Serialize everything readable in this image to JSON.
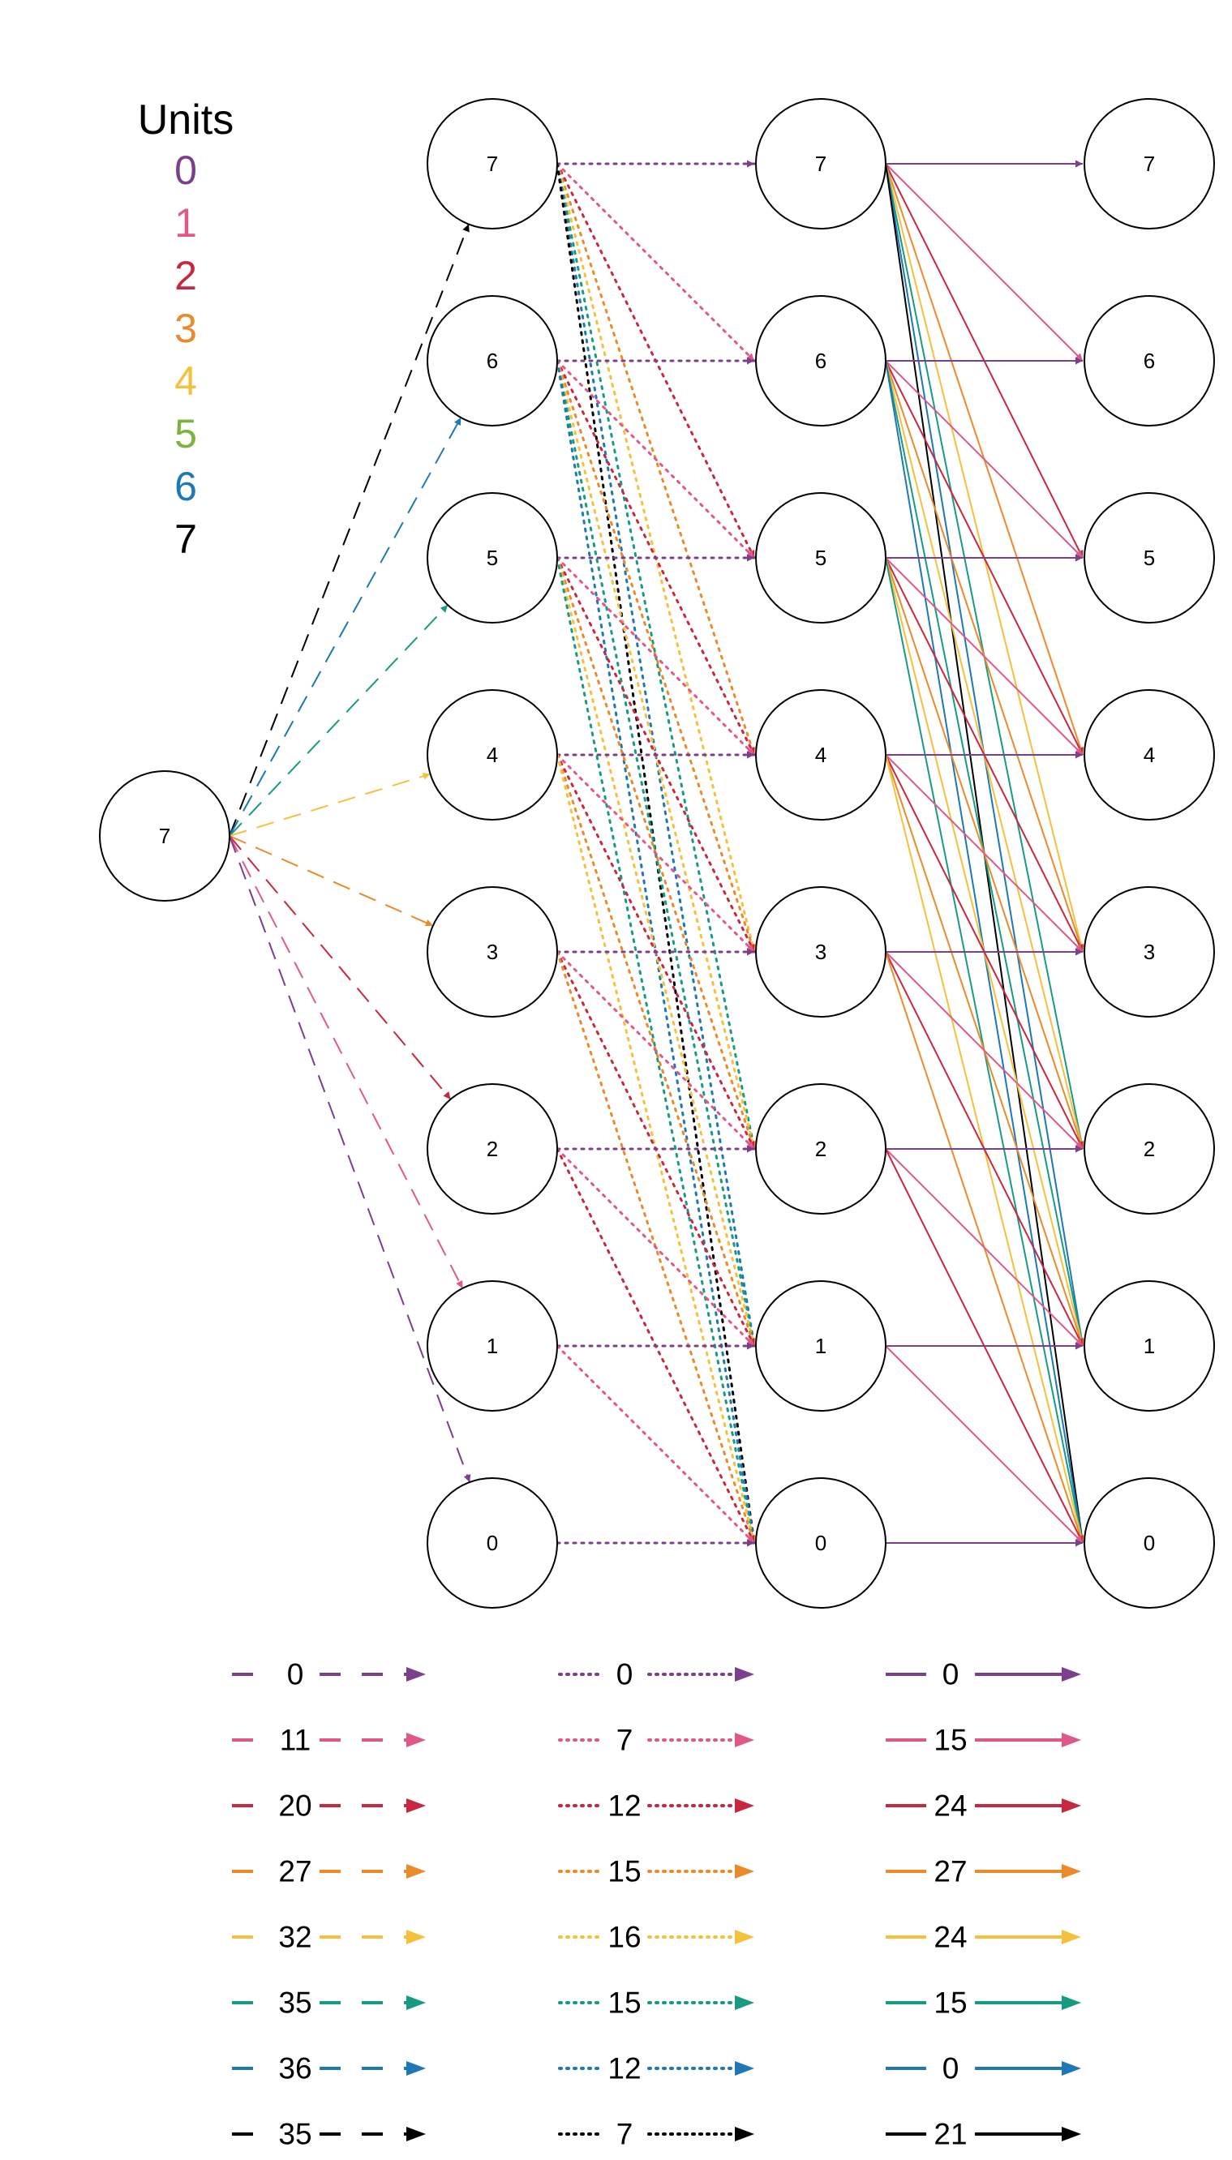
{
  "legend": {
    "title": "Units",
    "units": [
      {
        "label": "0",
        "color": "#7b3f8c"
      },
      {
        "label": "1",
        "color": "#e0588a"
      },
      {
        "label": "2",
        "color": "#c8283f"
      },
      {
        "label": "3",
        "color": "#ea8a2b"
      },
      {
        "label": "4",
        "color": "#f5c13d"
      },
      {
        "label": "5",
        "color": "#7ab43c"
      },
      {
        "label": "6",
        "color": "#1d78b5"
      },
      {
        "label": "7",
        "color": "#000000"
      }
    ]
  },
  "layers": [
    {
      "name": "start",
      "labels": [
        "7"
      ]
    },
    {
      "name": "stage1",
      "labels": [
        "7",
        "6",
        "5",
        "4",
        "3",
        "2",
        "1",
        "0"
      ]
    },
    {
      "name": "stage2",
      "labels": [
        "7",
        "6",
        "5",
        "4",
        "3",
        "2",
        "1",
        "0"
      ]
    },
    {
      "name": "stage3",
      "labels": [
        "7",
        "6",
        "5",
        "4",
        "3",
        "2",
        "1",
        "0"
      ]
    }
  ],
  "edge_colors": [
    "#7b3f8c",
    "#e0588a",
    "#c8283f",
    "#ea8a2b",
    "#f5c13d",
    "#179b82",
    "#1d78b5",
    "#000000"
  ],
  "edge_styles": [
    "dashed",
    "dotted",
    "solid"
  ],
  "cost_key": {
    "dashed": [
      "0",
      "11",
      "20",
      "27",
      "32",
      "35",
      "36",
      "35"
    ],
    "dotted": [
      "0",
      "7",
      "12",
      "15",
      "16",
      "15",
      "12",
      "7"
    ],
    "solid": [
      "0",
      "15",
      "24",
      "27",
      "24",
      "15",
      "0",
      "21"
    ]
  }
}
